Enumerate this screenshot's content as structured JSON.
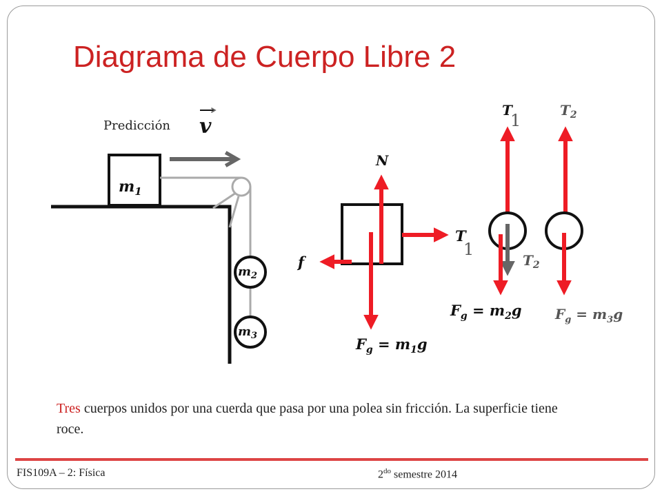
{
  "slide": {
    "title": "Diagrama de Cuerpo Libre 2",
    "prediction_label": "Predicción",
    "velocity_symbol": "v",
    "caption_highlight": "Tres",
    "caption_rest": " cuerpos unidos por una cuerda que pasa por una polea sin fricción. La superficie tiene roce.",
    "footer_left": "FIS109A – 2: Física",
    "footer_right_num": "2",
    "footer_right_sup": "do",
    "footer_right_rest": " semestre 2014"
  },
  "setup": {
    "m1": {
      "base": "m",
      "sub": "1"
    },
    "m2": {
      "base": "m",
      "sub": "2"
    },
    "m3": {
      "base": "m",
      "sub": "3"
    }
  },
  "fbd1": {
    "normal": "N",
    "tension": {
      "base": "T",
      "sub": "1"
    },
    "friction": "f",
    "weight": {
      "lhs": "F",
      "lhs_sub": "g",
      "eq": " = m",
      "m_sub": "1",
      "g": "g"
    }
  },
  "fbd2": {
    "tension_top": {
      "base": "T",
      "sub": "1"
    },
    "tension_bottom": {
      "base": "T",
      "sub": "2"
    },
    "weight": {
      "lhs": "F",
      "lhs_sub": "g",
      "eq": " = m",
      "m_sub": "2",
      "g": "g"
    }
  },
  "fbd3": {
    "tension_top": {
      "base": "T",
      "sub": "2"
    },
    "weight": {
      "lhs": "F",
      "lhs_sub": "g",
      "eq": " = m",
      "m_sub": "3",
      "g": "g"
    }
  },
  "colors": {
    "force": "#ee1c25",
    "title": "#cc2222",
    "gray_arrow": "#666666",
    "frame": "#9a9a9a",
    "label_gray": "#555555"
  }
}
